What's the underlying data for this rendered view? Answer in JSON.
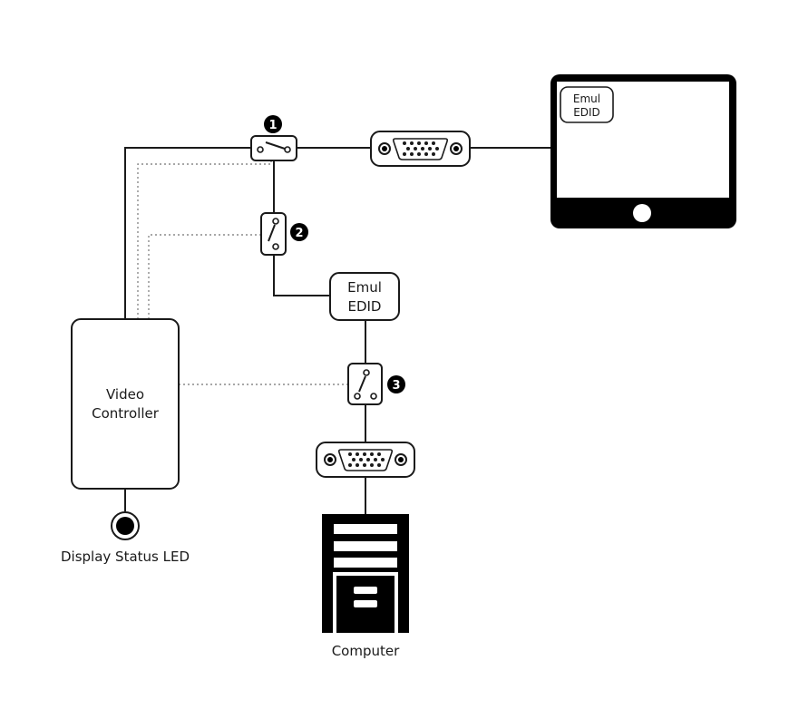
{
  "diagram": {
    "nodes": {
      "display": {
        "label_line1": "Emul",
        "label_line2": "EDID"
      },
      "emul_edid": {
        "label_line1": "Emul",
        "label_line2": "EDID"
      },
      "video_controller": {
        "label_line1": "Video",
        "label_line2": "Controller"
      },
      "status_led": {
        "label": "Display Status LED"
      },
      "computer": {
        "label": "Computer"
      }
    },
    "switches": [
      {
        "id": "switch-1",
        "badge": "1"
      },
      {
        "id": "switch-2",
        "badge": "2"
      },
      {
        "id": "switch-3",
        "badge": "3"
      }
    ],
    "connectors": [
      {
        "id": "vga-display",
        "type": "VGA"
      },
      {
        "id": "vga-computer",
        "type": "VGA"
      }
    ],
    "colors": {
      "line": "#1a1a1a",
      "control_line": "#9a9a9a",
      "fill": "#000000"
    }
  }
}
